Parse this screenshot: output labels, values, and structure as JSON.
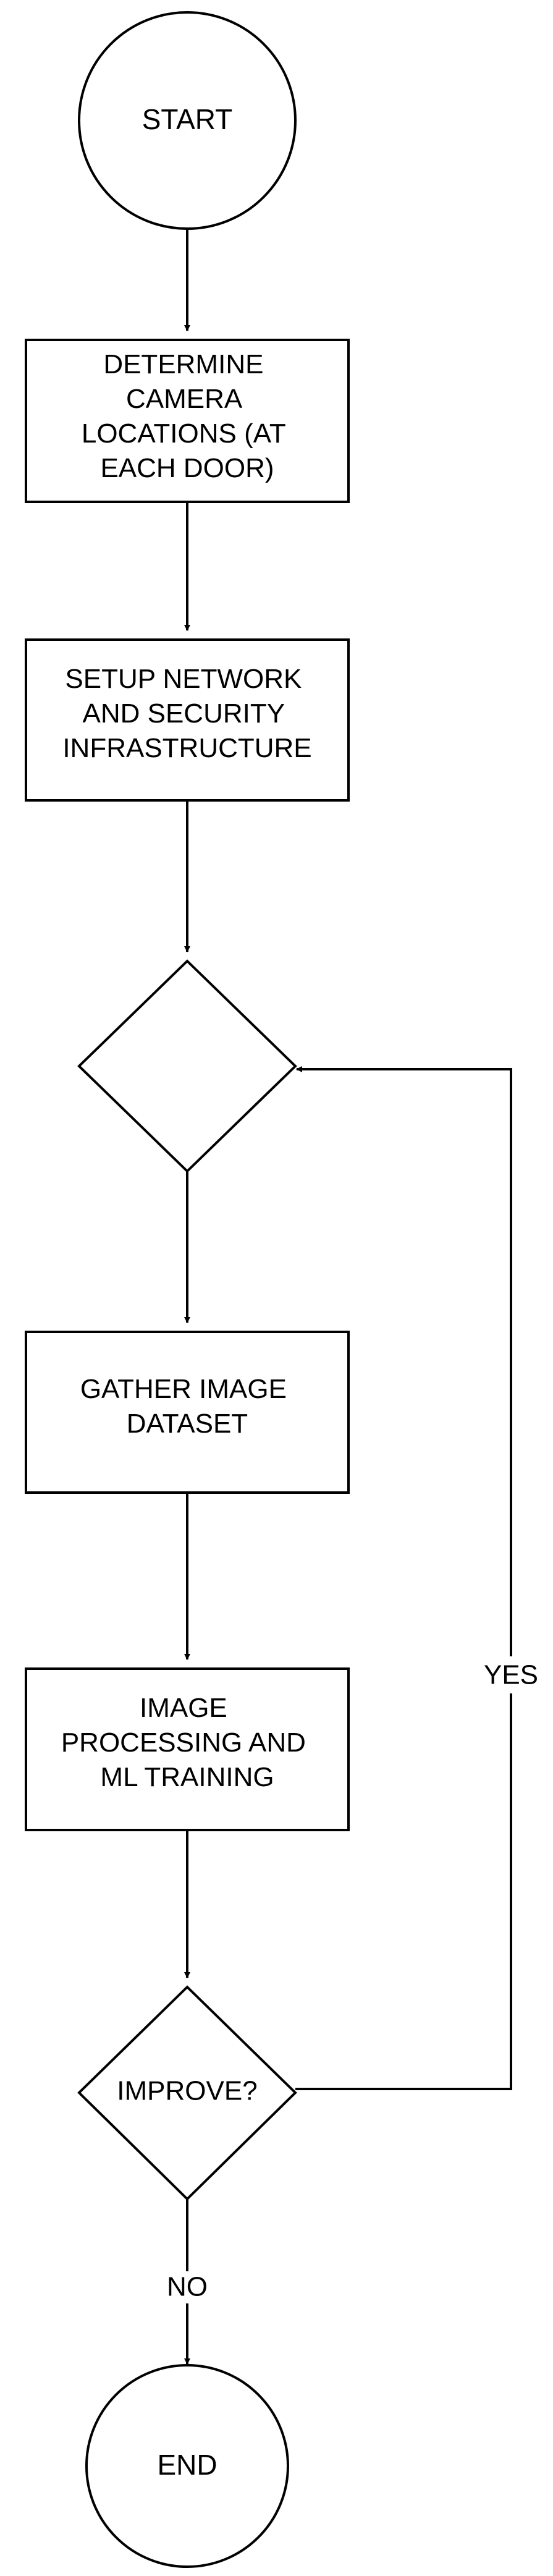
{
  "flowchart": {
    "start": {
      "label": "START"
    },
    "step1": {
      "lines": [
        "DETERMINE",
        "CAMERA",
        "LOCATIONS (AT",
        "EACH DOOR)"
      ]
    },
    "step2": {
      "lines": [
        "SETUP NETWORK",
        "AND SECURITY",
        "INFRASTRUCTURE"
      ]
    },
    "merge_decision": {
      "label": ""
    },
    "step3": {
      "lines": [
        "GATHER IMAGE",
        "DATASET"
      ]
    },
    "step4": {
      "lines": [
        "IMAGE",
        "PROCESSING AND",
        "ML TRAINING"
      ]
    },
    "improve_decision": {
      "label": "IMPROVE?"
    },
    "yes_label": "YES",
    "no_label": "NO",
    "end": {
      "label": "END"
    }
  },
  "colors": {
    "stroke": "#000000",
    "fill": "#ffffff",
    "text": "#000000"
  }
}
